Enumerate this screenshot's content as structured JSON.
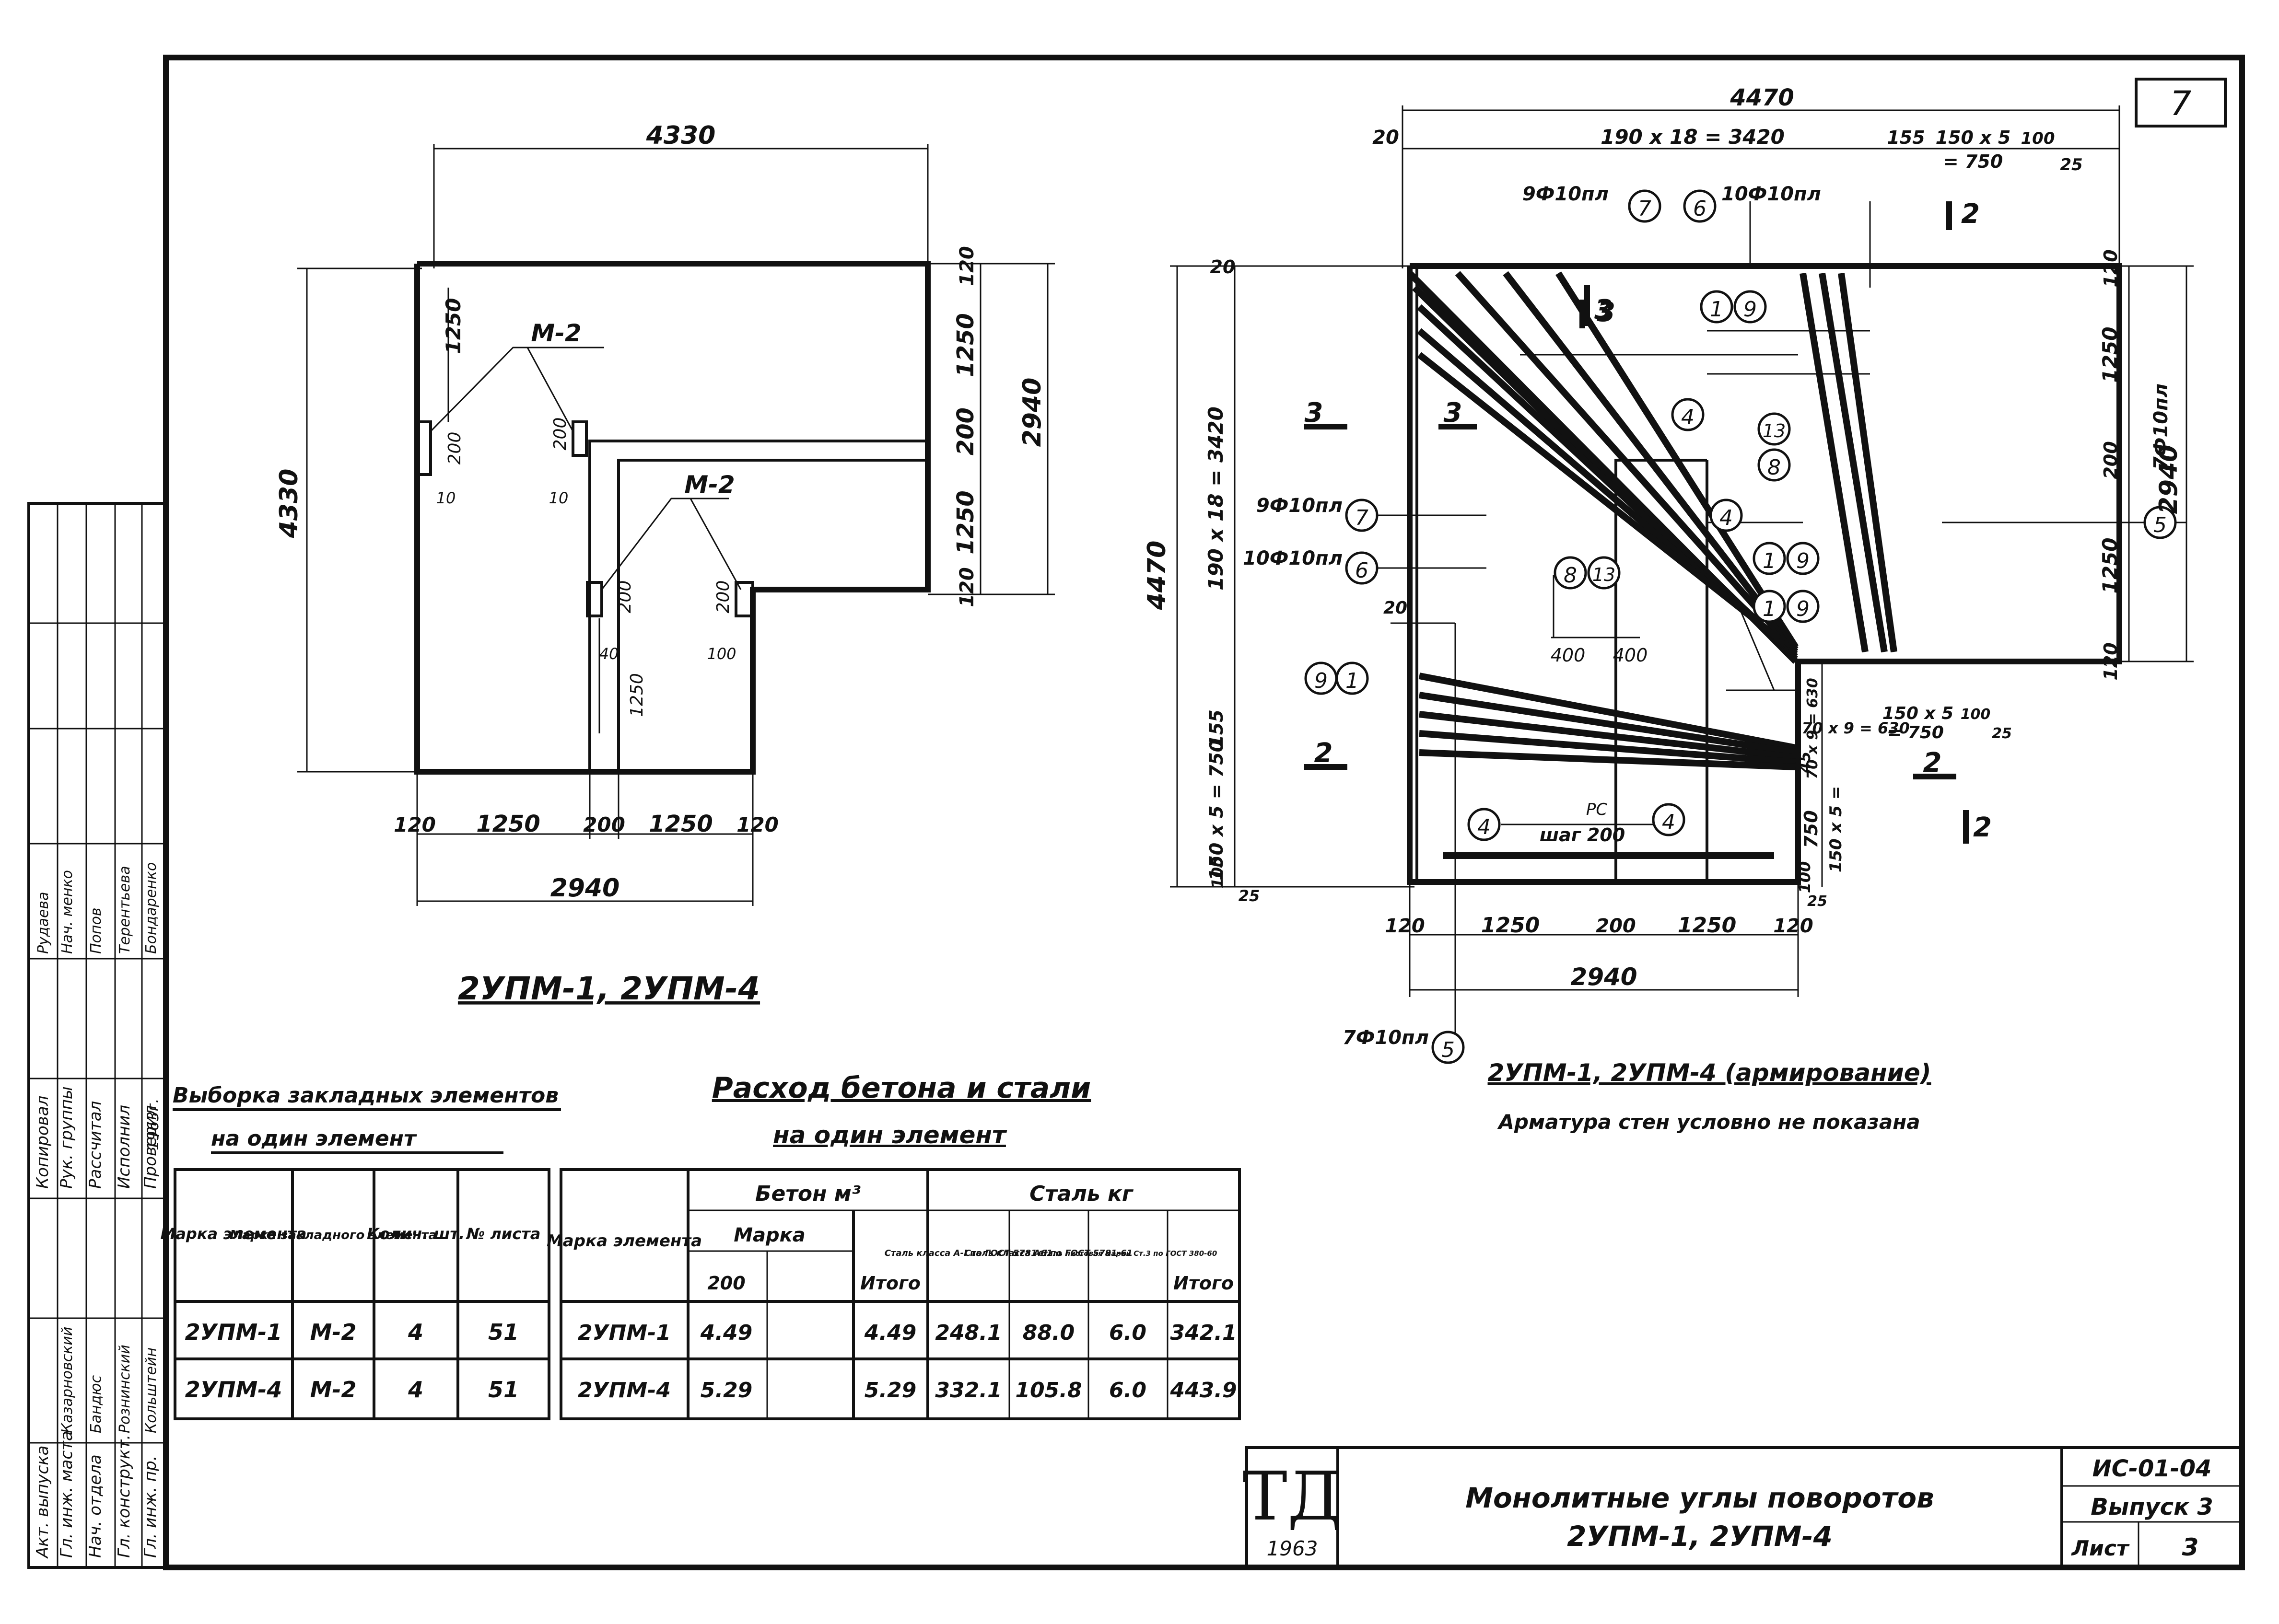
{
  "sheet": {
    "number": "7",
    "code": "ИС-01-04",
    "issue": "Выпуск 3",
    "list_label": "Лист",
    "list_value": "3",
    "title_line1": "Монолитные углы поворотов",
    "title_line2": "2УПМ-1, 2УПМ-4",
    "logo_letters": "ТД",
    "logo_year": "1963"
  },
  "stamp": {
    "roles": [
      "Гл. инж. маста",
      "Нач. отдела",
      "Гл. конструкт.",
      "Гл. инж. пр.",
      "Акт. выпуска",
      "Рук. группы",
      "Рассчитал",
      "Исполнил",
      "Проверил",
      "Копировал"
    ],
    "names": [
      "Казарновский",
      "Бандюс",
      "Рознинский",
      "Кольштейн",
      "",
      "Нач. менко",
      "Попов",
      "Терентьева",
      "Бондаренко",
      "Рудаева"
    ],
    "year": "1963г."
  },
  "plan": {
    "title": "2УПМ-1, 2УПМ-4",
    "dims": {
      "top": "4330",
      "left": "4330",
      "right_total": "2940",
      "right_1": "1250",
      "right_2": "200",
      "right_3": "1250",
      "right_top": "120",
      "right_bot": "120",
      "bottom_1": "120",
      "bottom_2": "1250",
      "bottom_3": "200",
      "bottom_4": "1250",
      "bottom_5": "120",
      "bottom_total": "2940",
      "left_inner": "1250",
      "emb_1": "200",
      "emb_2": "200",
      "emb_3": "200",
      "emb_4": "200",
      "small_1": "10",
      "small_2": "10",
      "small_3": "40",
      "small_4": "100",
      "small_5": "1250"
    },
    "labels": [
      "М-2",
      "М-2"
    ]
  },
  "rebar": {
    "title": "2УПМ-1, 2УПМ-4 (армирование)",
    "note": "Арматура стен условно не показана",
    "dims": {
      "top": "4470",
      "top_a": "190 х 18 = 3420",
      "top_b": "155",
      "top_c": "150 х 5",
      "top_c2": "= 750",
      "top_d": "100",
      "top_e": "25",
      "top_left": "20",
      "left": "4470",
      "left_a": "190 х 18 = 3420",
      "left_b": "155",
      "left_c": "150 х 5 = 750",
      "left_d": "100",
      "left_e": "25",
      "left_f": "20",
      "right_total": "2940",
      "right_a": "120",
      "right_b": "1250",
      "right_c": "200",
      "right_d": "1250",
      "right_e": "120",
      "right_f": "45",
      "right_g": "750",
      "right_h": "150 х 5 =",
      "right_i": "100",
      "right_j": "25",
      "mid_a": "70 х 9 = 630",
      "mid_b": "70 х 9 = 630",
      "mid_c": "150 х 5",
      "mid_d": "= 750",
      "mid_e": "100",
      "mid_f": "25",
      "bottom_a": "120",
      "bottom_b": "1250",
      "bottom_c": "200",
      "bottom_d": "1250",
      "bottom_e": "120",
      "bottom_total": "2940",
      "seg_a": "400",
      "seg_b": "400",
      "step": "шаг 200",
      "step_label": "РС",
      "twenty": "20"
    },
    "callouts": {
      "c7_top": "9Ф10пл",
      "c6_top": "10Ф10пл",
      "c7_left": "9Ф10пл",
      "c6_left": "10Ф10пл",
      "c5_right": "7Ф10пл",
      "c5_bottom": "7Ф10пл"
    },
    "sections": [
      "3",
      "3",
      "2",
      "2",
      "2",
      "2",
      "3",
      "3"
    ],
    "markers": [
      "7",
      "6",
      "1",
      "9",
      "4",
      "13",
      "8",
      "7",
      "6",
      "4",
      "8",
      "13",
      "1",
      "9",
      "1",
      "9",
      "9",
      "1",
      "4",
      "4",
      "5",
      "5"
    ]
  },
  "embedded_table": {
    "title_line1": "Выборка закладных элементов",
    "title_line2": "на один элемент",
    "headers": [
      "Марка элемента",
      "Марка закладного элемента",
      "Колич. шт.",
      "№ листа"
    ],
    "rows": [
      [
        "2УПМ-1",
        "М-2",
        "4",
        "51"
      ],
      [
        "2УПМ-4",
        "М-2",
        "4",
        "51"
      ]
    ]
  },
  "consumption_table": {
    "title_line1": "Расход бетона и стали",
    "title_line2": "на один элемент",
    "group_concrete": "Бетон м³",
    "group_steel": "Сталь кг",
    "sub_mark": "Марка",
    "headers": [
      "Марка элемента",
      "200",
      "",
      "Итого",
      "Сталь класса A-I по ГОСТ 5781-61",
      "Сталь класса A-I по ГОСТ 5781-61",
      "Сталь листовая марки Ст.3 по ГОСТ 380-60",
      "Итого"
    ],
    "rows": [
      [
        "2УПМ-1",
        "4.49",
        "",
        "4.49",
        "248.1",
        "88.0",
        "6.0",
        "342.1"
      ],
      [
        "2УПМ-4",
        "5.29",
        "",
        "5.29",
        "332.1",
        "105.8",
        "6.0",
        "443.9"
      ]
    ]
  }
}
